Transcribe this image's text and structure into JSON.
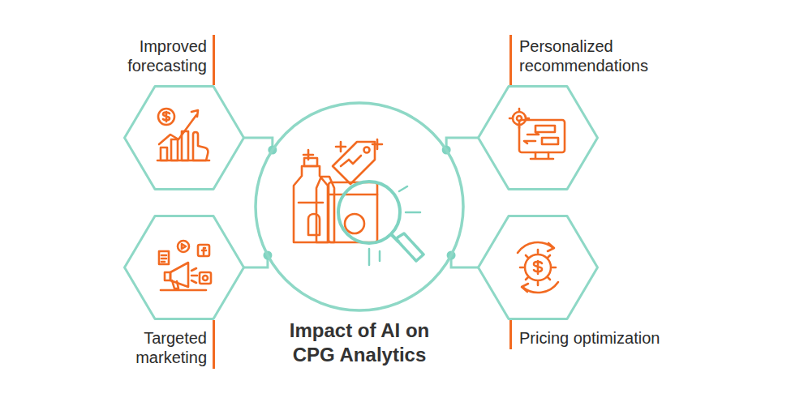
{
  "diagram": {
    "nodes": [
      {
        "text": [
          "Improved forecasting"
        ]
      },
      {
        "text": [
          "Personalized recommendations"
        ]
      },
      {
        "text": [
          "Targeted marketing"
        ]
      },
      {
        "text": [
          "Pricing optimization"
        ]
      },
      {
        "text": [
          "Impact of AI on CPG Analytics"
        ]
      }
    ],
    "edges": [
      {
        "from": 4,
        "to": 0,
        "arrow": "none"
      },
      {
        "from": 4,
        "to": 1,
        "arrow": "none"
      },
      {
        "from": 4,
        "to": 2,
        "arrow": "none"
      },
      {
        "from": 4,
        "to": 3,
        "arrow": "none"
      }
    ]
  }
}
